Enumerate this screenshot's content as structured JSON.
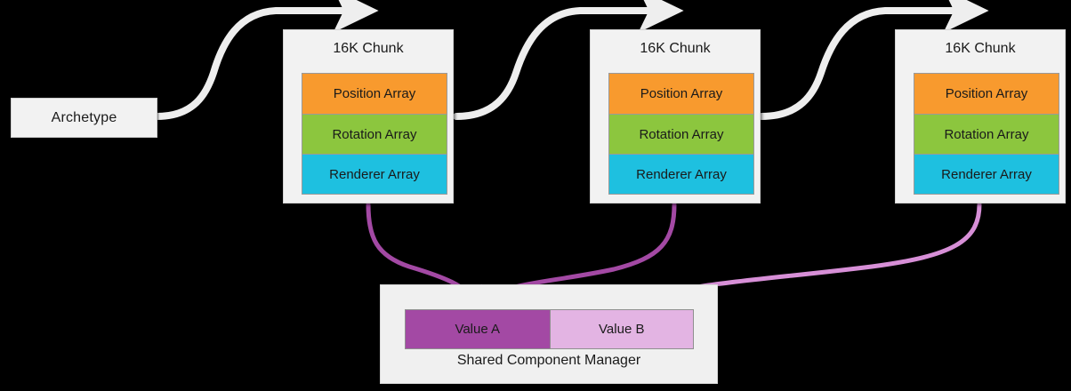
{
  "diagram": {
    "background_color": "#000000",
    "archetype": {
      "label": "Archetype"
    },
    "chunks": [
      {
        "title": "16K Chunk",
        "arrays": [
          {
            "label": "Position Array",
            "color": "#f89a2e"
          },
          {
            "label": "Rotation Array",
            "color": "#8cc63e"
          },
          {
            "label": "Renderer Array",
            "color": "#1ec0e0"
          }
        ]
      },
      {
        "title": "16K Chunk",
        "arrays": [
          {
            "label": "Position Array",
            "color": "#f89a2e"
          },
          {
            "label": "Rotation Array",
            "color": "#8cc63e"
          },
          {
            "label": "Renderer Array",
            "color": "#1ec0e0"
          }
        ]
      },
      {
        "title": "16K Chunk",
        "arrays": [
          {
            "label": "Position Array",
            "color": "#f89a2e"
          },
          {
            "label": "Rotation Array",
            "color": "#8cc63e"
          },
          {
            "label": "Renderer Array",
            "color": "#1ec0e0"
          }
        ]
      }
    ],
    "shared_component_manager": {
      "caption": "Shared Component Manager",
      "values": [
        {
          "label": "Value A",
          "color": "#a349a4"
        },
        {
          "label": "Value B",
          "color": "#e3b4e3"
        }
      ]
    },
    "connectors": {
      "chain_color": "#eeeeee",
      "value_a_color": "#a349a4",
      "value_b_color": "#d78fd7"
    }
  }
}
